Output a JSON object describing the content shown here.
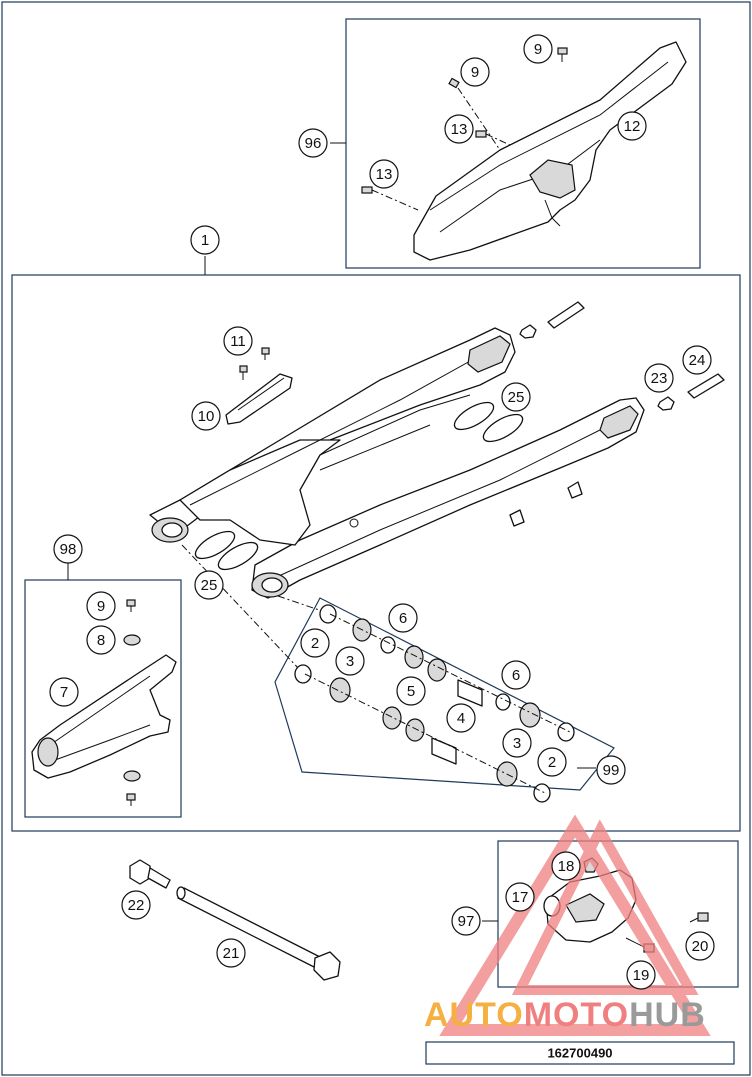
{
  "diagram": {
    "document_number": "162700490",
    "callouts": [
      {
        "id": "c-1",
        "label": "1"
      },
      {
        "id": "c-2a",
        "label": "2"
      },
      {
        "id": "c-2b",
        "label": "2"
      },
      {
        "id": "c-3a",
        "label": "3"
      },
      {
        "id": "c-3b",
        "label": "3"
      },
      {
        "id": "c-4",
        "label": "4"
      },
      {
        "id": "c-5",
        "label": "5"
      },
      {
        "id": "c-6a",
        "label": "6"
      },
      {
        "id": "c-6b",
        "label": "6"
      },
      {
        "id": "c-7",
        "label": "7"
      },
      {
        "id": "c-8",
        "label": "8"
      },
      {
        "id": "c-9a",
        "label": "9"
      },
      {
        "id": "c-9b",
        "label": "9"
      },
      {
        "id": "c-9c",
        "label": "9"
      },
      {
        "id": "c-10",
        "label": "10"
      },
      {
        "id": "c-11",
        "label": "11"
      },
      {
        "id": "c-12",
        "label": "12"
      },
      {
        "id": "c-13a",
        "label": "13"
      },
      {
        "id": "c-13b",
        "label": "13"
      },
      {
        "id": "c-17",
        "label": "17"
      },
      {
        "id": "c-18",
        "label": "18"
      },
      {
        "id": "c-19",
        "label": "19"
      },
      {
        "id": "c-20",
        "label": "20"
      },
      {
        "id": "c-21",
        "label": "21"
      },
      {
        "id": "c-22",
        "label": "22"
      },
      {
        "id": "c-23",
        "label": "23"
      },
      {
        "id": "c-24",
        "label": "24"
      },
      {
        "id": "c-25a",
        "label": "25"
      },
      {
        "id": "c-25b",
        "label": "25"
      },
      {
        "id": "c-96",
        "label": "96"
      },
      {
        "id": "c-97",
        "label": "97"
      },
      {
        "id": "c-98",
        "label": "98"
      },
      {
        "id": "c-99",
        "label": "99"
      }
    ]
  },
  "watermark": {
    "text_a": "AUTO",
    "text_b": "MOTO",
    "text_c": "HUB",
    "color_a": "#f5b041",
    "color_b": "#f08080",
    "color_c": "#9a9a9a",
    "triangle_color": "#f08080"
  },
  "colors": {
    "frame": "#1f3a5a",
    "ink": "#111111"
  }
}
